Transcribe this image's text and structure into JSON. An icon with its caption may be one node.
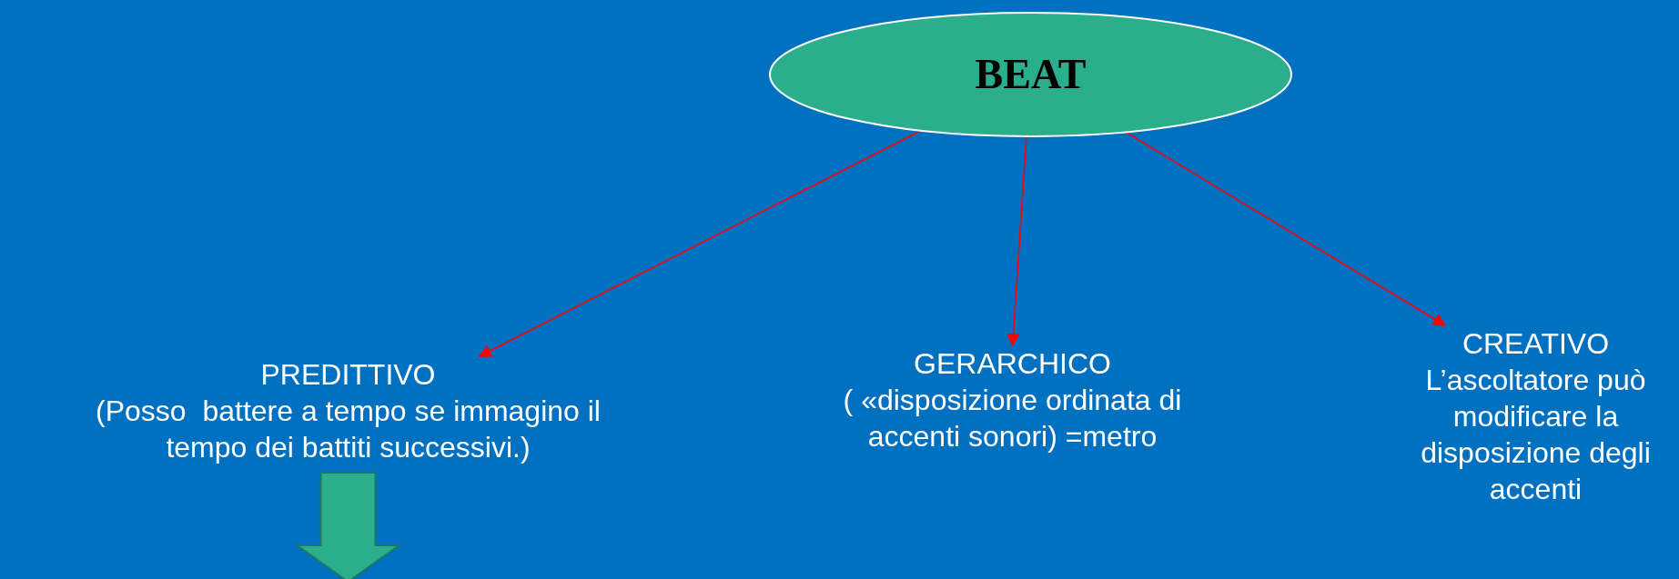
{
  "diagram": {
    "nodes": [
      {
        "text": [
          "BEAT"
        ]
      },
      {
        "text": [
          "PREDITTIVO",
          "(Posso  battere a tempo se immagino il tempo dei battiti successivi.)"
        ]
      },
      {
        "text": [
          "GERARCHICO",
          "( «disposizione ordinata di accenti sonori) =metro"
        ]
      },
      {
        "text": [
          "CREATIVO",
          "L’ascoltatore può modificare la disposizione degli accenti"
        ]
      }
    ],
    "edges": [
      {
        "from": 0,
        "to": 1,
        "arrow": "to"
      },
      {
        "from": 0,
        "to": 2,
        "arrow": "to"
      },
      {
        "from": 0,
        "to": 3,
        "arrow": "to"
      },
      {
        "from": 1,
        "to": null,
        "arrow": "to",
        "style": "thick",
        "color": "#2bae8c"
      }
    ]
  }
}
